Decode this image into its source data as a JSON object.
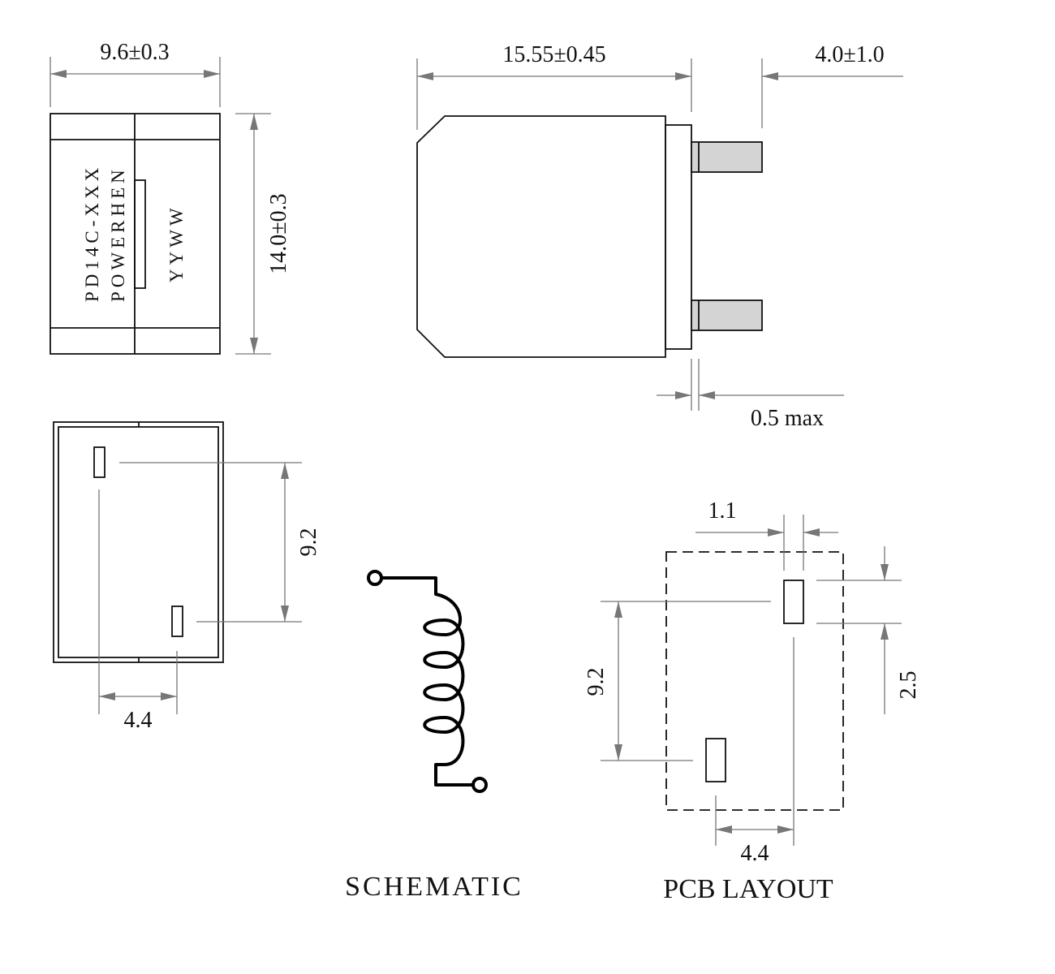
{
  "top_view": {
    "width_dim": "9.6±0.3",
    "height_dim": "14.0±0.3",
    "marking_line1": "PD14C-XXX",
    "marking_line2": "POWERHEN",
    "marking_line3": "YYWW"
  },
  "side_view": {
    "length_dim": "15.55±0.45",
    "lead_dim": "4.0±1.0",
    "standoff_dim": "0.5 max"
  },
  "bottom_view": {
    "pad_pitch_v": "9.2",
    "pad_pitch_h": "4.4"
  },
  "schematic": {
    "caption": "SCHEMATIC"
  },
  "pcb_layout": {
    "pad_width": "1.1",
    "pad_length": "2.5",
    "pitch_v": "9.2",
    "pitch_h": "4.4",
    "caption": "PCB LAYOUT"
  },
  "colors": {
    "outline": "#111111",
    "dimension": "#777777",
    "lead_fill": "#d4d4d4"
  }
}
